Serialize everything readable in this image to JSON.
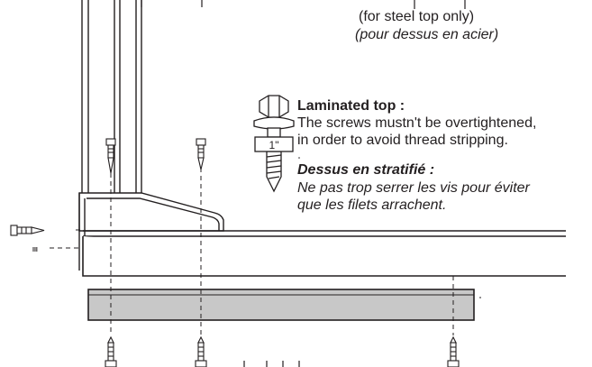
{
  "steel_note": {
    "english": "(for steel top only)",
    "french": "(pour dessus en acier)"
  },
  "laminated_note": {
    "heading_en": "Laminated top :",
    "line1_en": "The screws mustn't be overtightened,",
    "line2_en": "in order to avoid thread stripping.",
    "heading_fr": "Dessus en stratifié :",
    "line1_fr": "Ne pas trop serrer les vis pour éviter",
    "line2_fr": "que les filets arrachent."
  },
  "screw_length_label": "1\"",
  "hole_marker": "III",
  "colors": {
    "line": "#231f20",
    "plate_fill": "#c8c8c8",
    "background": "#ffffff"
  }
}
